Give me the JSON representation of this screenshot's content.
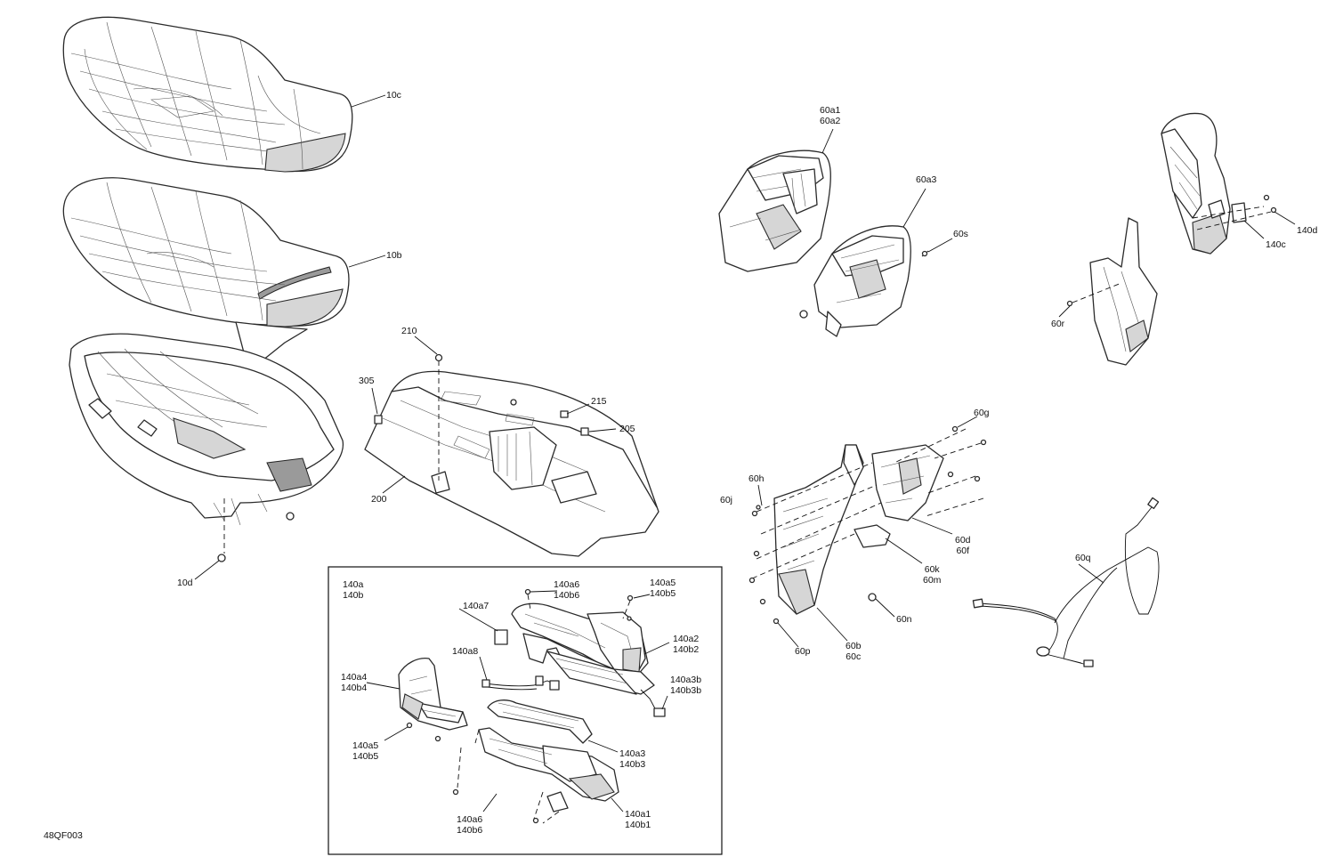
{
  "diagram_code": "48QF003",
  "callouts": {
    "c10c": "10c",
    "c10b": "10b",
    "c10d": "10d",
    "c210": "210",
    "c305": "305",
    "c215": "215",
    "c205": "205",
    "c200": "200",
    "c60a1": "60a1",
    "c60a2": "60a2",
    "c60a3": "60a3",
    "c60s": "60s",
    "c140d": "140d",
    "c140c": "140c",
    "c60r": "60r",
    "c60g": "60g",
    "c60h": "60h",
    "c60j": "60j",
    "c60d": "60d",
    "c60f": "60f",
    "c60k": "60k",
    "c60m": "60m",
    "c60n": "60n",
    "c60b": "60b",
    "c60c": "60c",
    "c60p": "60p",
    "c60q": "60q",
    "c140a": "140a",
    "c140b": "140b",
    "c140a6_top": "140a6",
    "c140b6_top": "140b6",
    "c140a5_top": "140a5",
    "c140b5_top": "140b5",
    "c140a7": "140a7",
    "c140a2": "140a2",
    "c140b2": "140b2",
    "c140a8": "140a8",
    "c140a4": "140a4",
    "c140b4": "140b4",
    "c140a3b": "140a3b",
    "c140b3b": "140b3b",
    "c140a5_bot": "140a5",
    "c140b5_bot": "140b5",
    "c140a3": "140a3",
    "c140b3": "140b3",
    "c140a6_bot": "140a6",
    "c140b6_bot": "140b6",
    "c140a1": "140a1",
    "c140b1": "140b1"
  }
}
